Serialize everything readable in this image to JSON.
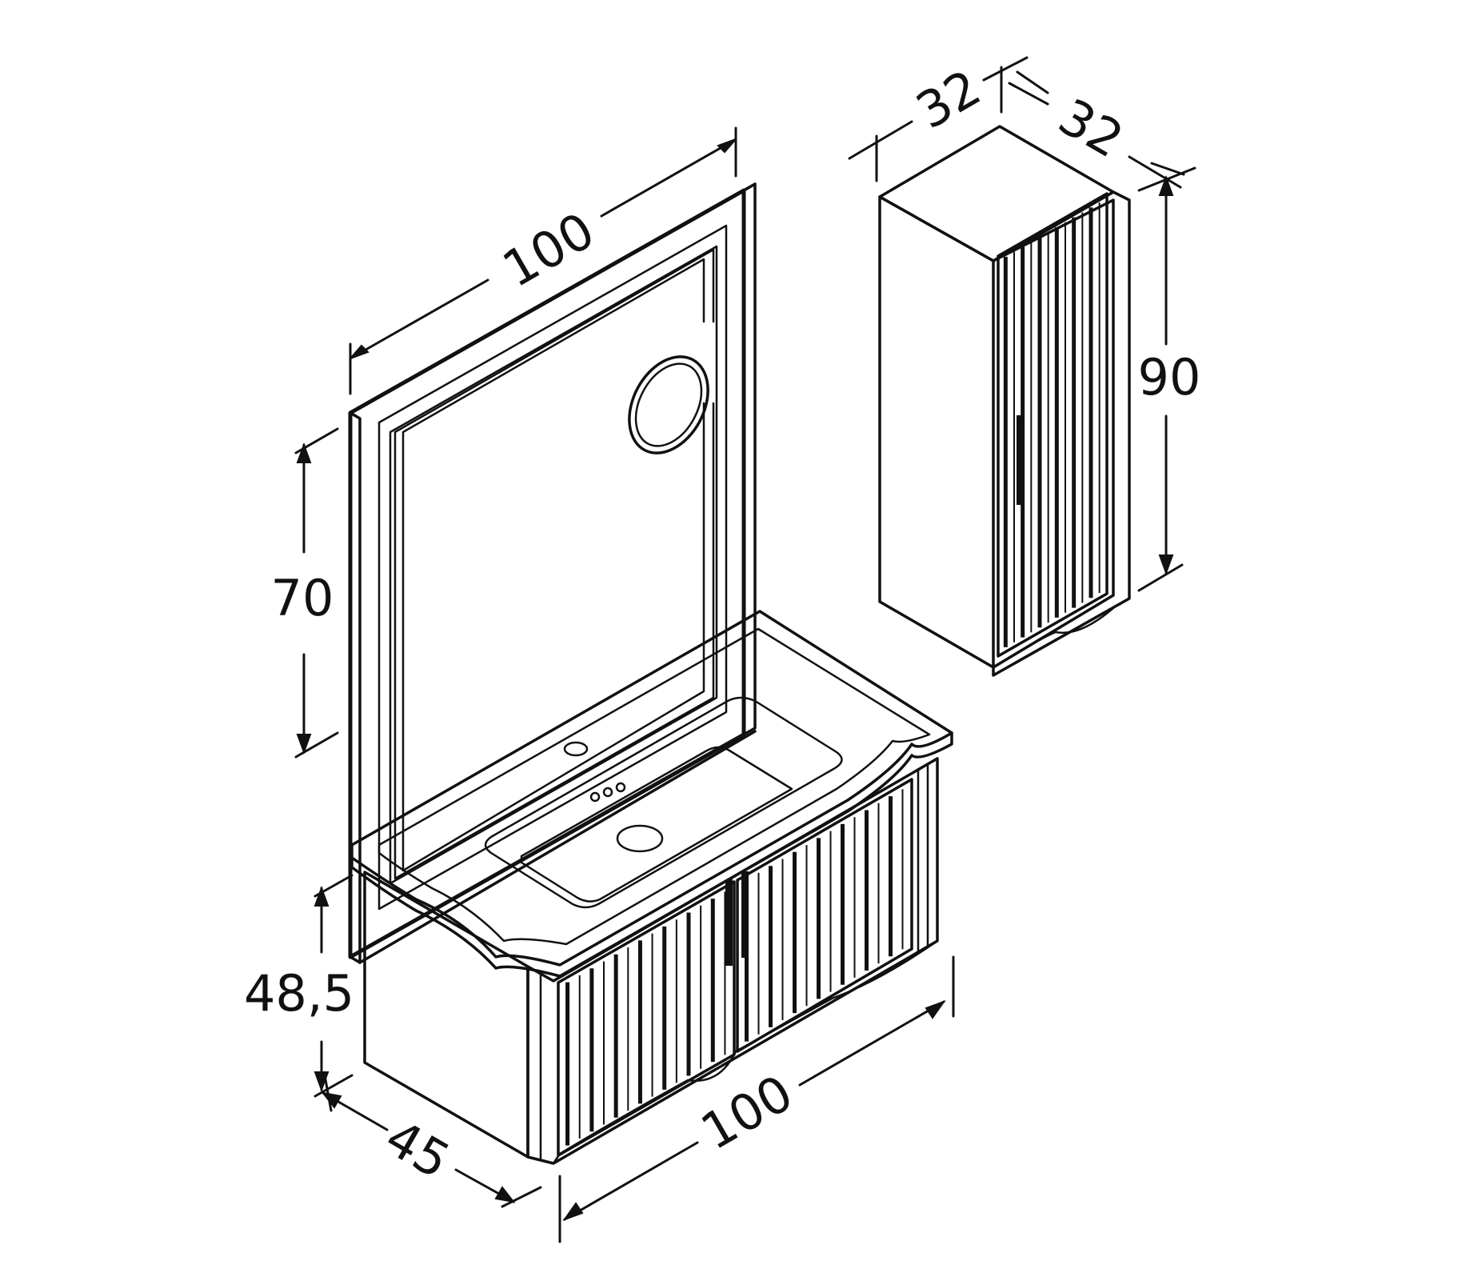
{
  "dimensions": {
    "mirror_width": "100",
    "mirror_height": "70",
    "column_width": "32",
    "column_depth": "32",
    "column_height": "90",
    "vanity_height": "48,5",
    "vanity_depth": "45",
    "vanity_width": "100"
  },
  "colors": {
    "line": "#111111",
    "background": "#ffffff"
  }
}
